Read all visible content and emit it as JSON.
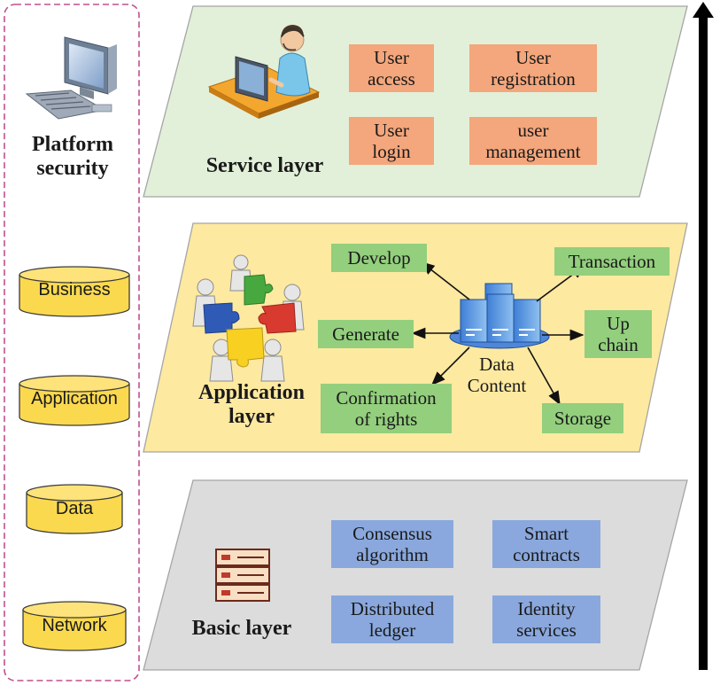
{
  "platform_security": {
    "label": "Platform\nsecurity"
  },
  "cylinders": [
    "Business",
    "Application",
    "Data",
    "Network"
  ],
  "service_layer": {
    "title": "Service layer",
    "boxes": [
      "User\naccess",
      "User\nregistration",
      "User\nlogin",
      "user\nmanagement"
    ]
  },
  "application_layer": {
    "title": "Application\nlayer",
    "center_label": "Data\nContent",
    "boxes": [
      "Develop",
      "Transaction",
      "Generate",
      "Up\nchain",
      "Confirmation\nof rights",
      "Storage"
    ]
  },
  "basic_layer": {
    "title": "Basic layer",
    "boxes": [
      "Consensus\nalgorithm",
      "Smart\ncontracts",
      "Distributed\nledger",
      "Identity\nservices"
    ]
  },
  "colors": {
    "service_fill": "#e2f0d9",
    "application_fill": "#fde9a0",
    "basic_fill": "#dcdcdc",
    "orange_box": "#f4a67c",
    "green_box": "#93cf7d",
    "blue_box": "#8aa8dd",
    "cylinder": "#fbd94f",
    "dashed_border": "#c0508e"
  }
}
